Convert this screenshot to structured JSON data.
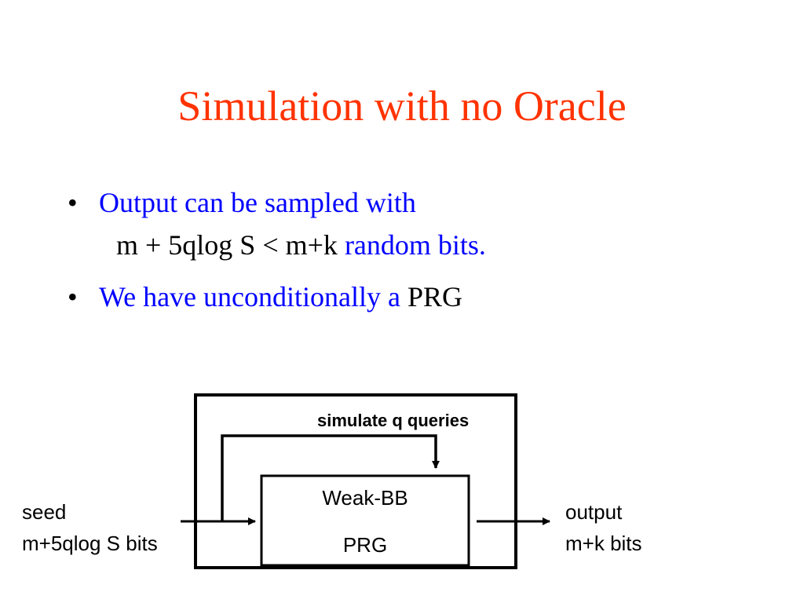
{
  "slide": {
    "title": "Simulation with no Oracle",
    "colors": {
      "title": "#ff3300",
      "bullet_text": "#0000ff",
      "math_text": "#000000"
    }
  },
  "bullets": [
    {
      "line1": "Output can be sampled with",
      "line2_math": "m + 5qlog S < m+k",
      "line2_text": " random bits."
    },
    {
      "text": "We have unconditionally a ",
      "math": "PRG"
    }
  ],
  "diagram": {
    "loop_label": "simulate q queries",
    "box_label_top": "Weak-BB",
    "box_label_bottom": "PRG",
    "input_label_1": "seed",
    "input_label_2": "m+5qlog S bits",
    "output_label_1": "output",
    "output_label_2": "m+k bits"
  }
}
